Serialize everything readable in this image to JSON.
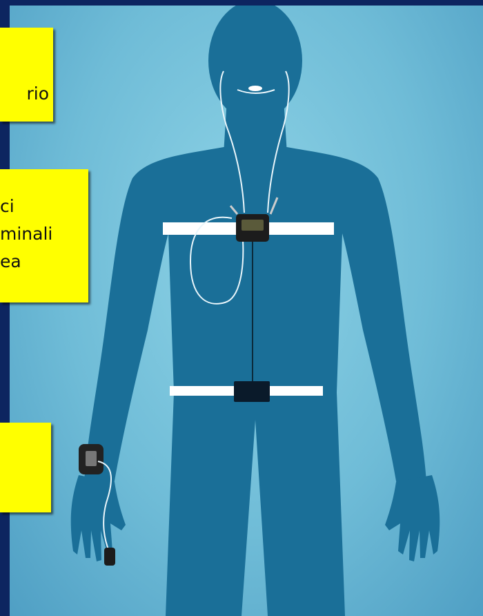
{
  "labels": {
    "top": [
      "rio"
    ],
    "middle": [
      "ci",
      "minali",
      "ea"
    ],
    "bottom": []
  },
  "colors": {
    "slide_background": "#0d2560",
    "illustration_background": "#7cc4dc",
    "silhouette": "#1a6f98",
    "label_background": "#ffff00",
    "strap": "#ffffff",
    "device": "#1c1c1c"
  }
}
